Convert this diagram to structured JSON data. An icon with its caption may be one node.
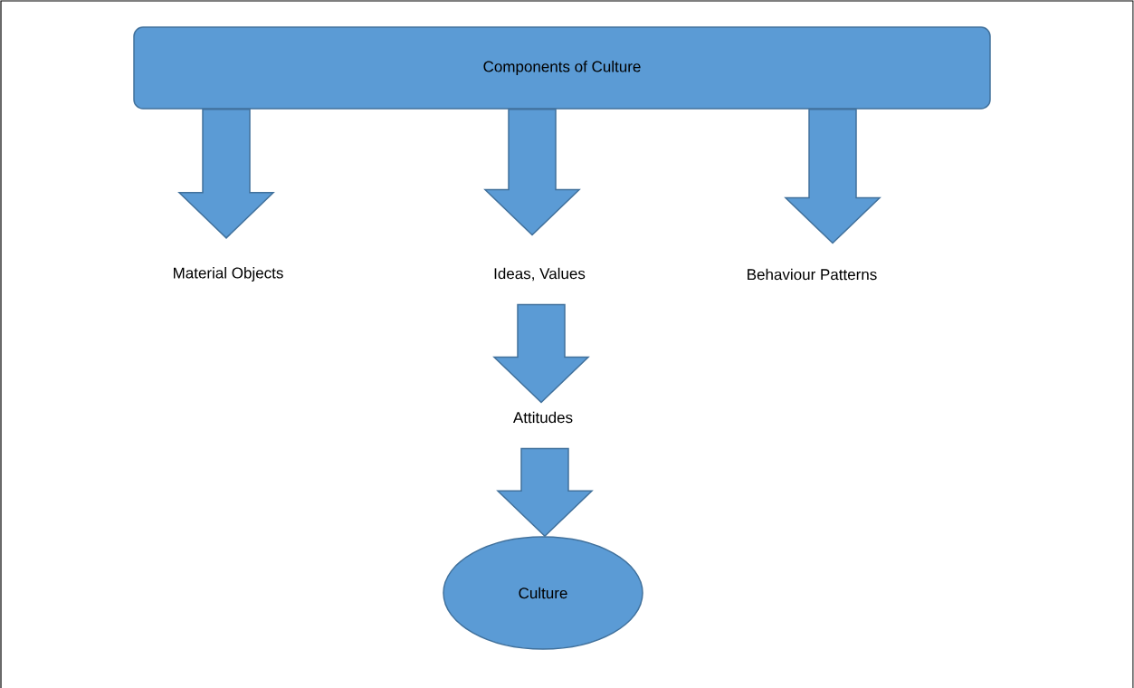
{
  "diagram": {
    "nodes": [
      {
        "text": [
          "Components of Culture"
        ]
      },
      {
        "text": [
          "Material Objects"
        ]
      },
      {
        "text": [
          "Ideas, Values"
        ]
      },
      {
        "text": [
          "Behaviour Patterns"
        ]
      },
      {
        "text": [
          "Attitudes"
        ]
      },
      {
        "text": [
          "Culture"
        ]
      }
    ],
    "edges": [
      {
        "from": 0,
        "to": 1,
        "arrow": "to"
      },
      {
        "from": 0,
        "to": 2,
        "arrow": "to"
      },
      {
        "from": 0,
        "to": 3,
        "arrow": "to"
      },
      {
        "from": 2,
        "to": 4,
        "arrow": "to"
      },
      {
        "from": 4,
        "to": 5,
        "arrow": "to"
      }
    ]
  }
}
